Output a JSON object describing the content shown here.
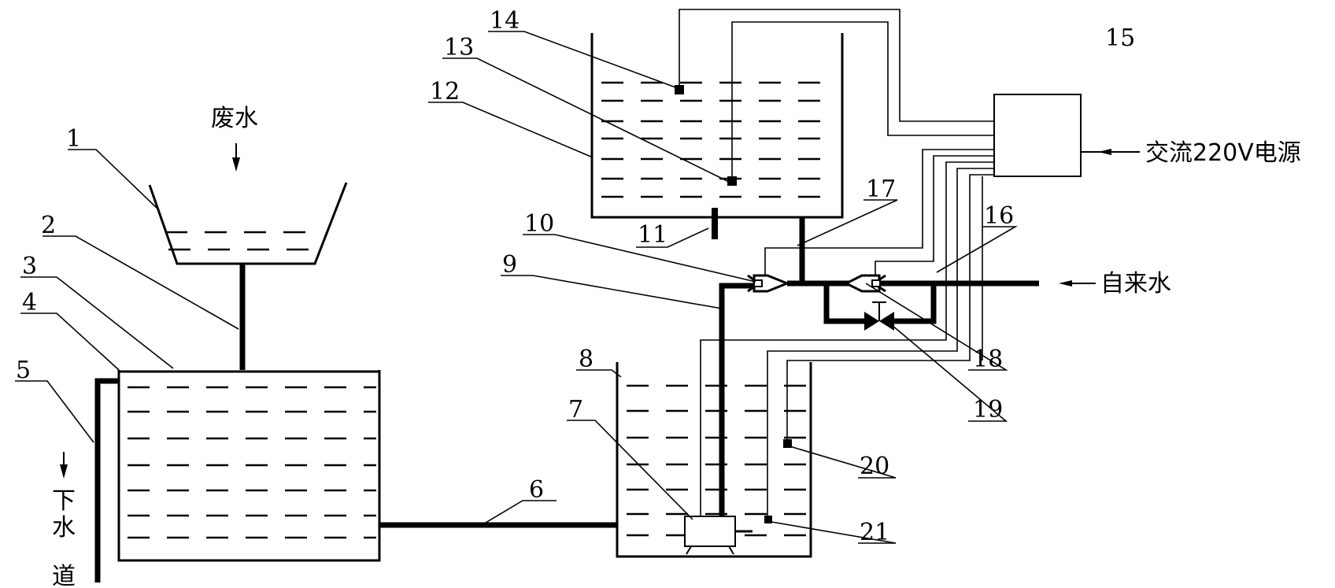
{
  "text": {
    "waste_water": "废水",
    "ac_power": "交流220V电源",
    "tap_water": "自来水",
    "sewer_1": "下",
    "sewer_2": "水",
    "sewer_3": "道"
  },
  "labels": {
    "n1": "1",
    "n2": "2",
    "n3": "3",
    "n4": "4",
    "n5": "5",
    "n6": "6",
    "n7": "7",
    "n8": "8",
    "n9": "9",
    "n10": "10",
    "n11": "11",
    "n12": "12",
    "n13": "13",
    "n14": "14",
    "n15": "15",
    "n16": "16",
    "n17": "17",
    "n18": "18",
    "n19": "19",
    "n20": "20",
    "n21": "21"
  }
}
